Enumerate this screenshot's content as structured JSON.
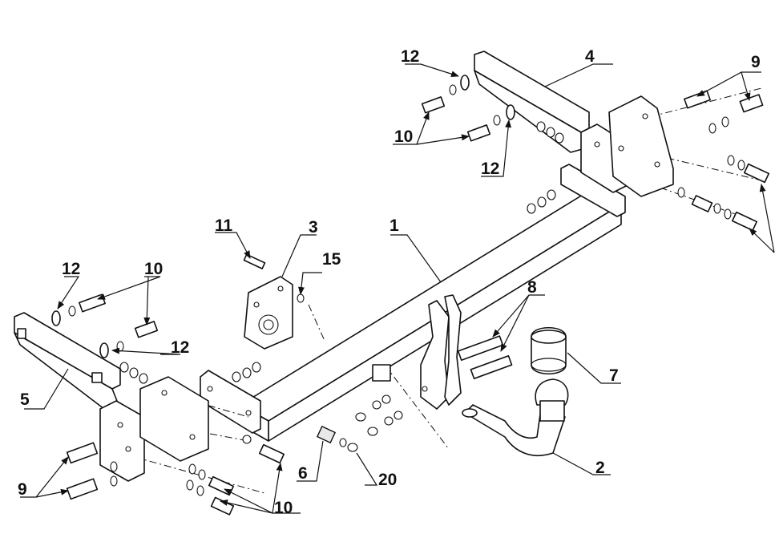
{
  "callouts": {
    "c1": "1",
    "c2": "2",
    "c3": "3",
    "c4": "4",
    "c5": "5",
    "c6": "6",
    "c7": "7",
    "c8": "8",
    "c9a": "9",
    "c9b": "9",
    "c10a": "10",
    "c10b": "10",
    "c10c": "10",
    "c11": "11",
    "c12a": "12",
    "c12b": "12",
    "c12c": "12",
    "c12d": "12",
    "c15": "15",
    "c20": "20"
  }
}
